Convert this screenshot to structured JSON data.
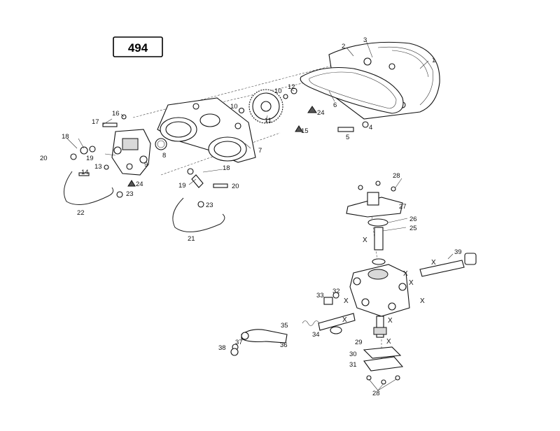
{
  "diagram_code": "494",
  "callouts": [
    {
      "num": "1"
    },
    {
      "num": "2"
    },
    {
      "num": "3"
    },
    {
      "num": "4"
    },
    {
      "num": "5"
    },
    {
      "num": "6"
    },
    {
      "num": "7"
    },
    {
      "num": "8"
    },
    {
      "num": "9"
    },
    {
      "num": "10"
    },
    {
      "num": "10"
    },
    {
      "num": "11"
    },
    {
      "num": "12"
    },
    {
      "num": "13"
    },
    {
      "num": "14"
    },
    {
      "num": "15"
    },
    {
      "num": "16"
    },
    {
      "num": "17"
    },
    {
      "num": "18"
    },
    {
      "num": "18"
    },
    {
      "num": "19"
    },
    {
      "num": "19"
    },
    {
      "num": "20"
    },
    {
      "num": "20"
    },
    {
      "num": "21"
    },
    {
      "num": "22"
    },
    {
      "num": "23"
    },
    {
      "num": "23"
    },
    {
      "num": "24"
    },
    {
      "num": "24"
    },
    {
      "num": "25"
    },
    {
      "num": "26"
    },
    {
      "num": "27"
    },
    {
      "num": "28"
    },
    {
      "num": "28"
    },
    {
      "num": "29"
    },
    {
      "num": "30"
    },
    {
      "num": "31"
    },
    {
      "num": "32"
    },
    {
      "num": "33"
    },
    {
      "num": "34"
    },
    {
      "num": "35"
    },
    {
      "num": "36"
    },
    {
      "num": "37"
    },
    {
      "num": "38"
    },
    {
      "num": "39"
    }
  ],
  "x_marker": "X"
}
